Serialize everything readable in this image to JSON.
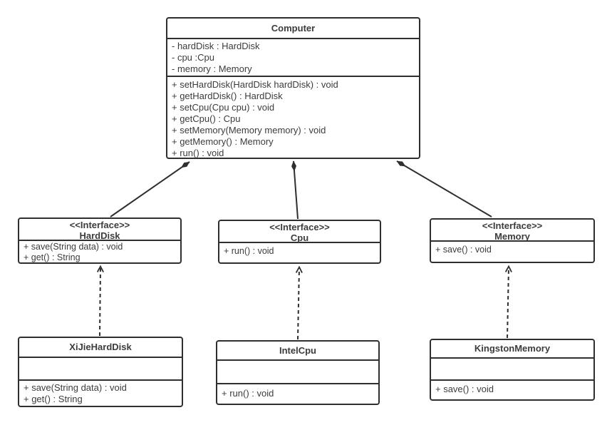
{
  "colors": {
    "border": "#2f2f2f",
    "text": "#3c3c3c",
    "background": "#ffffff"
  },
  "diagram": {
    "computer": {
      "name": "Computer",
      "attributes": [
        "- hardDisk : HardDisk",
        "- cpu :Cpu",
        "- memory : Memory"
      ],
      "methods": [
        "+ setHardDisk(HardDisk hardDisk) : void",
        "+ getHardDisk() : HardDisk",
        "+ setCpu(Cpu cpu) : void",
        "+ getCpu() : Cpu",
        "+ setMemory(Memory memory) : void",
        "+ getMemory() : Memory",
        "+ run() : void"
      ]
    },
    "harddisk": {
      "stereotype": "<<Interface>>",
      "name": "HardDisk",
      "methods": [
        "+ save(String data) : void",
        "+ get() : String"
      ]
    },
    "cpu": {
      "stereotype": "<<Interface>>",
      "name": "Cpu",
      "methods": [
        "+ run() : void"
      ]
    },
    "memory": {
      "stereotype": "<<Interface>>",
      "name": "Memory",
      "methods": [
        "+ save() : void"
      ]
    },
    "xijie": {
      "name": "XiJieHardDisk",
      "methods": [
        "+ save(String data) : void",
        "+ get() : String"
      ]
    },
    "intelcpu": {
      "name": "IntelCpu",
      "methods": [
        "+ run() : void"
      ]
    },
    "kingston": {
      "name": "KingstonMemory",
      "methods": [
        "+ save() : void"
      ]
    },
    "relationships": [
      {
        "type": "composition",
        "whole": "Computer",
        "part": "HardDisk"
      },
      {
        "type": "composition",
        "whole": "Computer",
        "part": "Cpu"
      },
      {
        "type": "composition",
        "whole": "Computer",
        "part": "Memory"
      },
      {
        "type": "realization",
        "from": "XiJieHardDisk",
        "to": "HardDisk"
      },
      {
        "type": "realization",
        "from": "IntelCpu",
        "to": "Cpu"
      },
      {
        "type": "realization",
        "from": "KingstonMemory",
        "to": "Memory"
      }
    ]
  }
}
